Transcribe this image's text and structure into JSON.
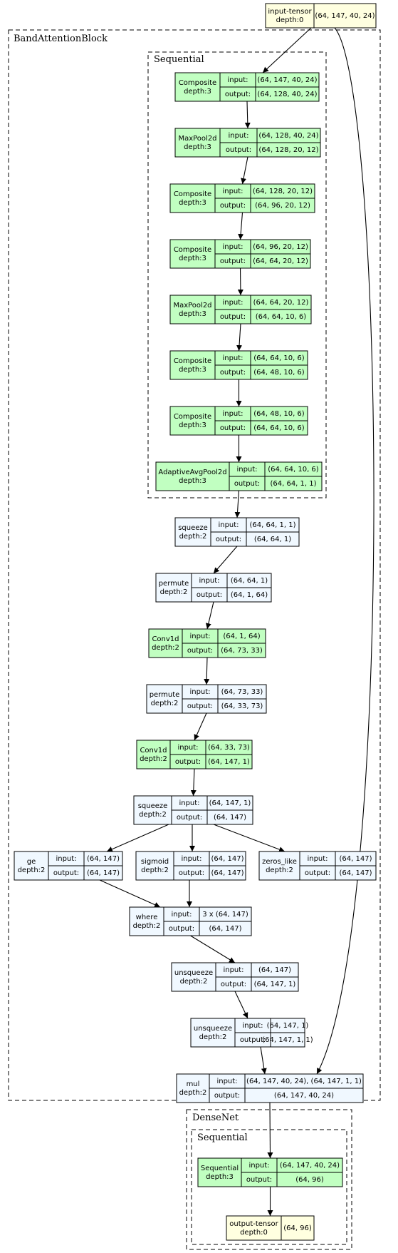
{
  "clusters": {
    "band": "BandAttentionBlock",
    "band_seq": "Sequential",
    "densenet": "DenseNet",
    "dense_seq": "Sequential"
  },
  "colors": {
    "module_green": "#c1ffc1",
    "function_blue": "#f0f8ff",
    "tensor_yellow": "#ffffe0",
    "stroke": "#000000"
  },
  "port_labels": {
    "input": "input:",
    "output": "output:"
  },
  "nodes": [
    {
      "id": "input_tensor",
      "kind": "tensor",
      "name": "input-tensor",
      "depth": "depth:0",
      "value": "(64, 147, 40, 24)"
    },
    {
      "id": "composite_1",
      "kind": "module",
      "name": "Composite",
      "depth": "depth:3",
      "input": "(64, 147, 40, 24)",
      "output": "(64, 128, 40, 24)"
    },
    {
      "id": "maxpool_1",
      "kind": "module",
      "name": "MaxPool2d",
      "depth": "depth:3",
      "input": "(64, 128, 40, 24)",
      "output": "(64, 128, 20, 12)"
    },
    {
      "id": "composite_2",
      "kind": "module",
      "name": "Composite",
      "depth": "depth:3",
      "input": "(64, 128, 20, 12)",
      "output": "(64, 96, 20, 12)"
    },
    {
      "id": "composite_3",
      "kind": "module",
      "name": "Composite",
      "depth": "depth:3",
      "input": "(64, 96, 20, 12)",
      "output": "(64, 64, 20, 12)"
    },
    {
      "id": "maxpool_2",
      "kind": "module",
      "name": "MaxPool2d",
      "depth": "depth:3",
      "input": "(64, 64, 20, 12)",
      "output": "(64, 64, 10, 6)"
    },
    {
      "id": "composite_4",
      "kind": "module",
      "name": "Composite",
      "depth": "depth:3",
      "input": "(64, 64, 10, 6)",
      "output": "(64, 48, 10, 6)"
    },
    {
      "id": "composite_5",
      "kind": "module",
      "name": "Composite",
      "depth": "depth:3",
      "input": "(64, 48, 10, 6)",
      "output": "(64, 64, 10, 6)"
    },
    {
      "id": "adaptive_avg_pool",
      "kind": "module",
      "name": "AdaptiveAvgPool2d",
      "depth": "depth:3",
      "input": "(64, 64, 10, 6)",
      "output": "(64, 64, 1, 1)"
    },
    {
      "id": "squeeze_1",
      "kind": "function",
      "name": "squeeze",
      "depth": "depth:2",
      "input": "(64, 64, 1, 1)",
      "output": "(64, 64, 1)"
    },
    {
      "id": "permute_1",
      "kind": "function",
      "name": "permute",
      "depth": "depth:2",
      "input": "(64, 64, 1)",
      "output": "(64, 1, 64)"
    },
    {
      "id": "conv1d_1",
      "kind": "module",
      "name": "Conv1d",
      "depth": "depth:2",
      "input": "(64, 1, 64)",
      "output": "(64, 73, 33)"
    },
    {
      "id": "permute_2",
      "kind": "function",
      "name": "permute",
      "depth": "depth:2",
      "input": "(64, 73, 33)",
      "output": "(64, 33, 73)"
    },
    {
      "id": "conv1d_2",
      "kind": "module",
      "name": "Conv1d",
      "depth": "depth:2",
      "input": "(64, 33, 73)",
      "output": "(64, 147, 1)"
    },
    {
      "id": "squeeze_2",
      "kind": "function",
      "name": "squeeze",
      "depth": "depth:2",
      "input": "(64, 147, 1)",
      "output": "(64, 147)"
    },
    {
      "id": "ge",
      "kind": "function",
      "name": "ge",
      "depth": "depth:2",
      "input": "(64, 147)",
      "output": "(64, 147)"
    },
    {
      "id": "sigmoid",
      "kind": "function",
      "name": "sigmoid",
      "depth": "depth:2",
      "input": "(64, 147)",
      "output": "(64, 147)"
    },
    {
      "id": "zeros_like",
      "kind": "function",
      "name": "zeros_like",
      "depth": "depth:2",
      "input": "(64, 147)",
      "output": "(64, 147)"
    },
    {
      "id": "where",
      "kind": "function",
      "name": "where",
      "depth": "depth:2",
      "input": "3 x (64, 147)",
      "output": "(64, 147)"
    },
    {
      "id": "unsqueeze_1",
      "kind": "function",
      "name": "unsqueeze",
      "depth": "depth:2",
      "input": "(64, 147)",
      "output": "(64, 147, 1)"
    },
    {
      "id": "unsqueeze_2",
      "kind": "function",
      "name": "unsqueeze",
      "depth": "depth:2",
      "input": "(64, 147, 1)",
      "output": "(64, 147, 1, 1)"
    },
    {
      "id": "mul",
      "kind": "function",
      "name": "mul",
      "depth": "depth:2",
      "input": "(64, 147, 40, 24), (64, 147, 1, 1)",
      "output": "(64, 147, 40, 24)"
    },
    {
      "id": "sequential_dense",
      "kind": "module",
      "name": "Sequential",
      "depth": "depth:3",
      "input": "(64, 147, 40, 24)",
      "output": "(64, 96)"
    },
    {
      "id": "output_tensor",
      "kind": "tensor",
      "name": "output-tensor",
      "depth": "depth:0",
      "value": "(64, 96)"
    }
  ],
  "edges": [
    {
      "from": "input_tensor",
      "to": "composite_1"
    },
    {
      "from": "input_tensor",
      "to": "mul"
    },
    {
      "from": "composite_1",
      "to": "maxpool_1"
    },
    {
      "from": "maxpool_1",
      "to": "composite_2"
    },
    {
      "from": "composite_2",
      "to": "composite_3"
    },
    {
      "from": "composite_3",
      "to": "maxpool_2"
    },
    {
      "from": "maxpool_2",
      "to": "composite_4"
    },
    {
      "from": "composite_4",
      "to": "composite_5"
    },
    {
      "from": "composite_5",
      "to": "adaptive_avg_pool"
    },
    {
      "from": "adaptive_avg_pool",
      "to": "squeeze_1"
    },
    {
      "from": "squeeze_1",
      "to": "permute_1"
    },
    {
      "from": "permute_1",
      "to": "conv1d_1"
    },
    {
      "from": "conv1d_1",
      "to": "permute_2"
    },
    {
      "from": "permute_2",
      "to": "conv1d_2"
    },
    {
      "from": "conv1d_2",
      "to": "squeeze_2"
    },
    {
      "from": "squeeze_2",
      "to": "ge"
    },
    {
      "from": "squeeze_2",
      "to": "sigmoid"
    },
    {
      "from": "squeeze_2",
      "to": "zeros_like"
    },
    {
      "from": "ge",
      "to": "where"
    },
    {
      "from": "sigmoid",
      "to": "where"
    },
    {
      "from": "where",
      "to": "unsqueeze_1"
    },
    {
      "from": "unsqueeze_1",
      "to": "unsqueeze_2"
    },
    {
      "from": "unsqueeze_2",
      "to": "mul"
    },
    {
      "from": "mul",
      "to": "sequential_dense"
    },
    {
      "from": "sequential_dense",
      "to": "output_tensor"
    }
  ]
}
